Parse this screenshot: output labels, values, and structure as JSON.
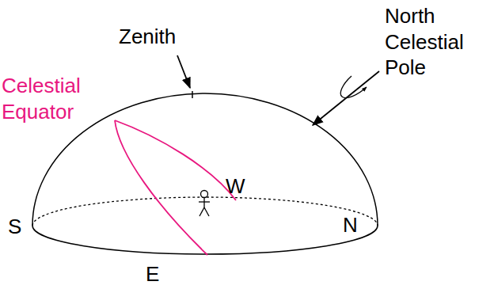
{
  "diagram": {
    "labels": [
      "Zenith",
      "North Celestial Pole",
      "Celestial Equator",
      "W",
      "S",
      "N",
      "E"
    ]
  }
}
